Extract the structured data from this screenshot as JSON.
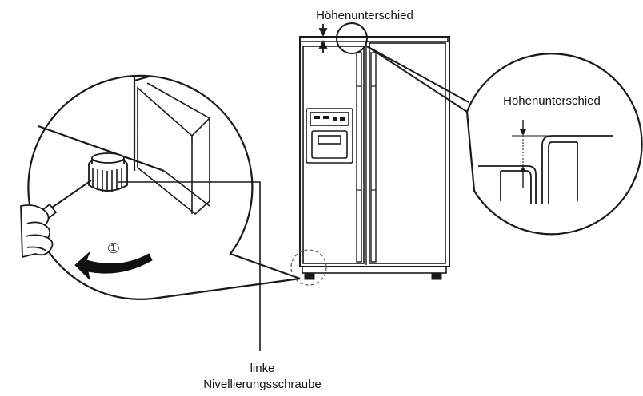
{
  "labels": {
    "top_height_difference": "Höhenunterschied",
    "right_height_difference": "Höhenunterschied",
    "leveling_screw_line1": "linke",
    "leveling_screw_line2": "Nivellierungsschraube",
    "step_number": "①"
  },
  "colors": {
    "line": "#1a1a1a",
    "background": "#ffffff"
  }
}
